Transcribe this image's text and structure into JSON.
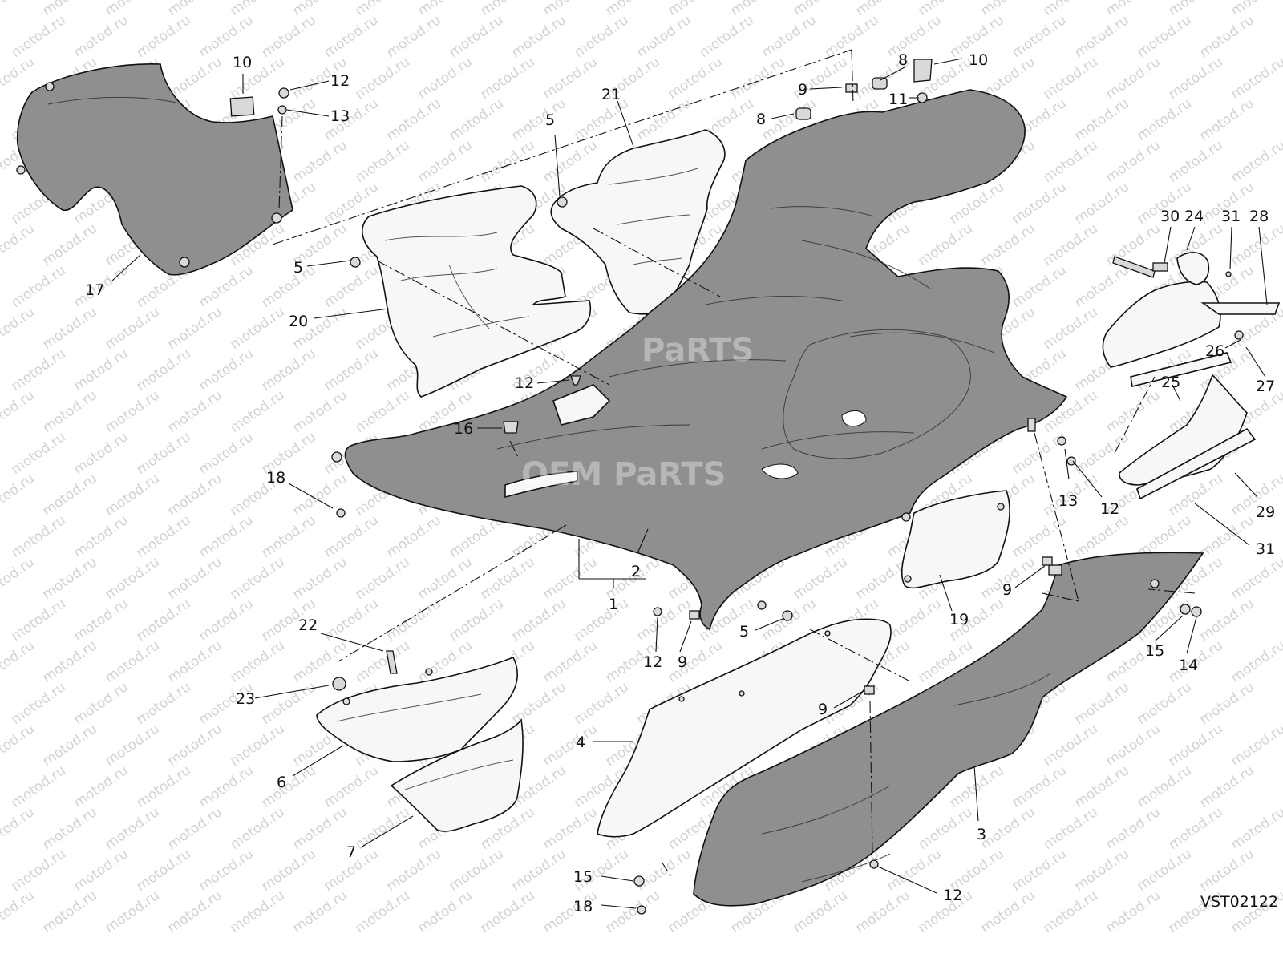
{
  "diagram": {
    "drawing_code": "VST02122",
    "watermarks": {
      "site": "motod.ru",
      "brand_a": "OEM",
      "brand_b": "PaRTS"
    },
    "callouts": [
      {
        "id": "c10a",
        "label": "10"
      },
      {
        "id": "c12a",
        "label": "12"
      },
      {
        "id": "c13a",
        "label": "13"
      },
      {
        "id": "c17",
        "label": "17"
      },
      {
        "id": "c5a",
        "label": "5"
      },
      {
        "id": "c20",
        "label": "20"
      },
      {
        "id": "c5b",
        "label": "5"
      },
      {
        "id": "c21",
        "label": "21"
      },
      {
        "id": "c8a",
        "label": "8"
      },
      {
        "id": "c8b",
        "label": "8"
      },
      {
        "id": "c9a",
        "label": "9"
      },
      {
        "id": "c10b",
        "label": "10"
      },
      {
        "id": "c11",
        "label": "11"
      },
      {
        "id": "c12b",
        "label": "12"
      },
      {
        "id": "c16",
        "label": "16"
      },
      {
        "id": "c18a",
        "label": "18"
      },
      {
        "id": "c2",
        "label": "2"
      },
      {
        "id": "c1",
        "label": "1"
      },
      {
        "id": "c30",
        "label": "30"
      },
      {
        "id": "c24",
        "label": "24"
      },
      {
        "id": "c31a",
        "label": "31"
      },
      {
        "id": "c28",
        "label": "28"
      },
      {
        "id": "c26",
        "label": "26"
      },
      {
        "id": "c27",
        "label": "27"
      },
      {
        "id": "c25",
        "label": "25"
      },
      {
        "id": "c13b",
        "label": "13"
      },
      {
        "id": "c12c",
        "label": "12"
      },
      {
        "id": "c29",
        "label": "29"
      },
      {
        "id": "c31b",
        "label": "31"
      },
      {
        "id": "c19",
        "label": "19"
      },
      {
        "id": "c9b",
        "label": "9"
      },
      {
        "id": "c15a",
        "label": "15"
      },
      {
        "id": "c14",
        "label": "14"
      },
      {
        "id": "c22",
        "label": "22"
      },
      {
        "id": "c23",
        "label": "23"
      },
      {
        "id": "c6",
        "label": "6"
      },
      {
        "id": "c7",
        "label": "7"
      },
      {
        "id": "c12d",
        "label": "12"
      },
      {
        "id": "c9c",
        "label": "9"
      },
      {
        "id": "c5c",
        "label": "5"
      },
      {
        "id": "c4",
        "label": "4"
      },
      {
        "id": "c9d",
        "label": "9"
      },
      {
        "id": "c3",
        "label": "3"
      },
      {
        "id": "c15b",
        "label": "15"
      },
      {
        "id": "c18b",
        "label": "18"
      },
      {
        "id": "c12e",
        "label": "12"
      }
    ]
  }
}
